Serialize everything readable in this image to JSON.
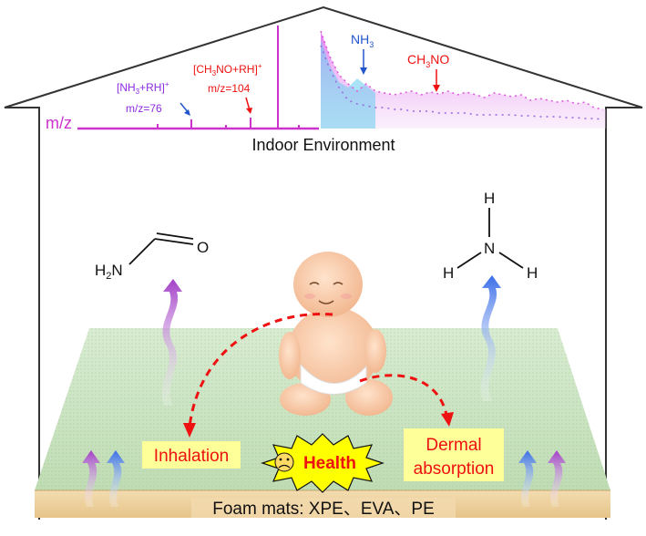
{
  "spectrum": {
    "axis_label": "m/z",
    "peak_nh3_label": "[NH",
    "peak_nh3_sub": "3",
    "peak_nh3_tail": "+RH]",
    "peak_nh3_sup": "+",
    "peak_nh3_mz": "m/z=76",
    "peak_ch3no_label": "[CH",
    "peak_ch3no_sub": "3",
    "peak_ch3no_tail": "NO+RH]",
    "peak_ch3no_sup": "+",
    "peak_ch3no_mz": "m/z=104"
  },
  "timeseries": {
    "nh3_label": "NH",
    "nh3_sub": "3",
    "ch3no_label": "CH",
    "ch3no_sub": "3",
    "ch3no_tail": "NO"
  },
  "house": {
    "title": "Indoor Environment"
  },
  "molecules": {
    "formamide": {
      "h": "H",
      "sub": "2",
      "n": "N",
      "o": "O"
    },
    "ammonia": {
      "h": "H",
      "n": "N"
    }
  },
  "labels": {
    "inhalation": "Inhalation",
    "health": "Health",
    "dermal_line1": "Dermal",
    "dermal_line2": "absorption",
    "mat": "Foam mats: XPE、EVA、PE"
  },
  "colors": {
    "magenta": "#cc33cc",
    "purple": "#8a2be2",
    "blue": "#2255cc",
    "red": "#ee1111",
    "yellow_box": "#ffff99",
    "mat_green": "#cfe6c8"
  }
}
